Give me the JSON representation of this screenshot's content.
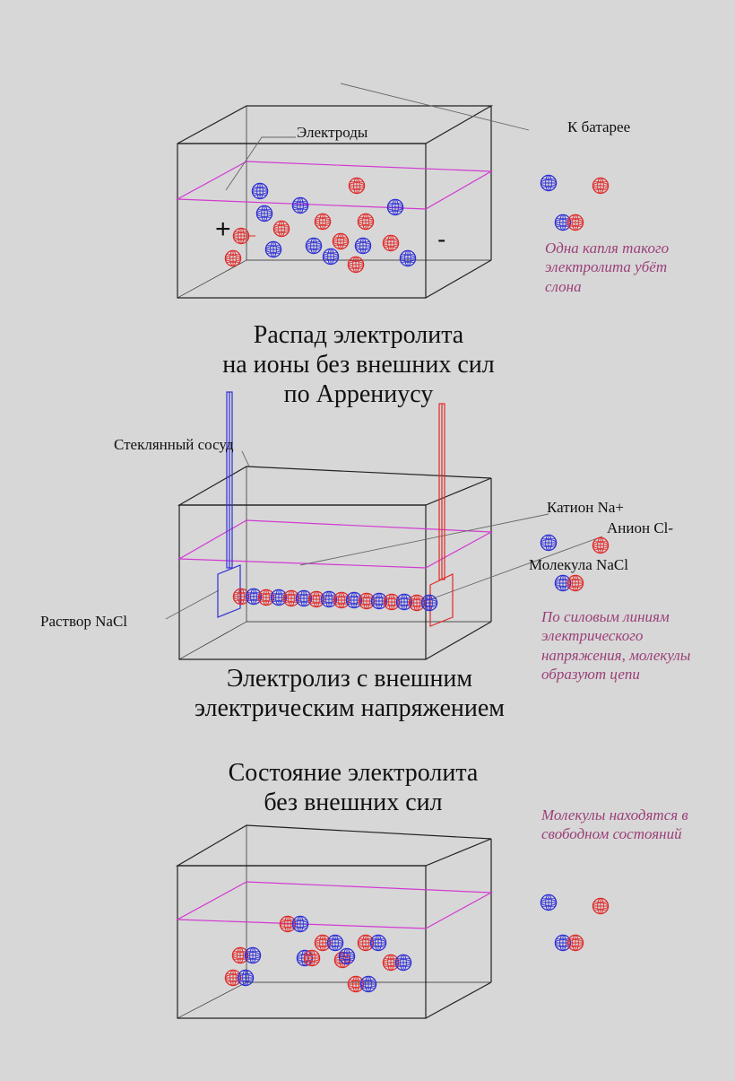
{
  "colors": {
    "cation": "#2f2fd6",
    "anion": "#e02a2a",
    "liquid_level": "#d23ad2",
    "outline": "#222222",
    "note_text": "#9b3f78",
    "background": "#d7d7d7"
  },
  "sections": [
    {
      "title_lines": [
        "Распад электролита",
        "на ионы без внешних сил",
        "по Аррениусу"
      ],
      "labels": {
        "electrodes": "Электроды",
        "battery": "К батарее",
        "plus": "+",
        "minus": "-"
      },
      "note_lines": [
        "Одна капля такого",
        "электролита убёт",
        "слона"
      ]
    },
    {
      "title_lines": [
        "Электролиз с внешним",
        "электрическим напряжением"
      ],
      "labels": {
        "vessel": "Стеклянный сосуд",
        "cation": "Катион Na+",
        "anion": "Анион Cl-",
        "molecule": "Молекула NaCl",
        "solution": "Раствор NaCl"
      },
      "note_lines": [
        "По силовым линиям",
        "электрического",
        "напряжения, молекулы",
        "образуют цепи"
      ]
    },
    {
      "title_lines": [
        "Состояние электролита",
        "без внешних сил"
      ],
      "note_lines": [
        "Молекулы находятся в",
        "свободном состояний"
      ]
    }
  ]
}
